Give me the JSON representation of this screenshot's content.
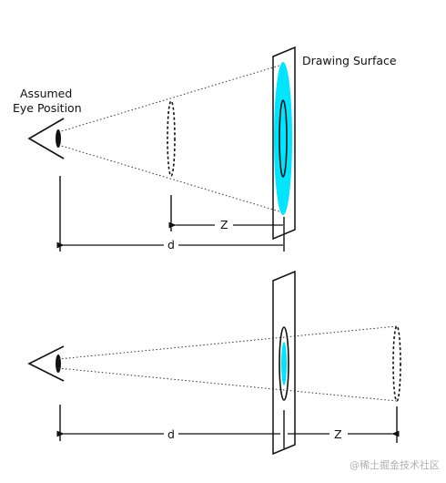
{
  "labels": {
    "surface": "Drawing Surface",
    "eye_line1": "Assumed",
    "eye_line2": "Eye Position",
    "top_z": "Z",
    "top_d": "d",
    "bottom_d": "d",
    "bottom_z": "Z"
  },
  "watermark": "@稀土掘金技术社区",
  "colors": {
    "ellipse_fill": "#00e5ff",
    "line": "#111111"
  }
}
